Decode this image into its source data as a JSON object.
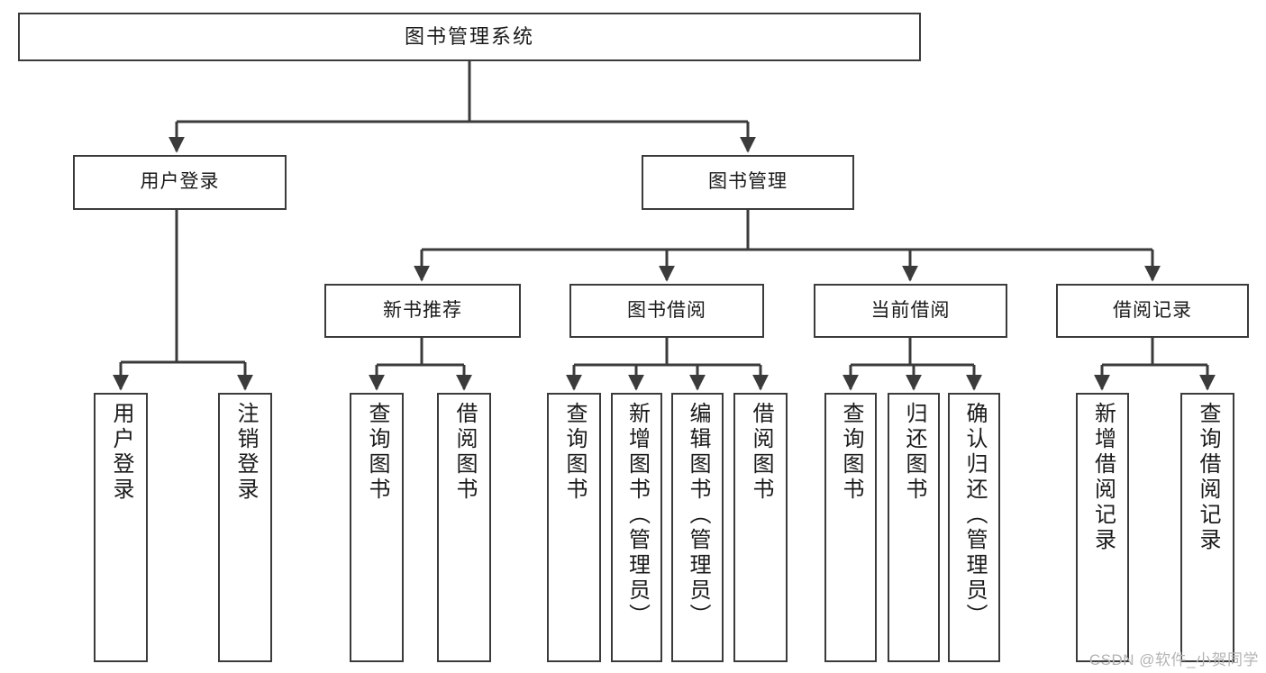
{
  "diagram": {
    "type": "tree",
    "title": "图书管理系统",
    "orientation": "top-down",
    "colors": {
      "box_border": "#3b3b3b",
      "box_fill": "#ffffff",
      "connector": "#3b3b3b",
      "text": "#1a1a1a",
      "watermark": "#b4b4b4"
    },
    "root": {
      "label": "图书管理系统"
    },
    "level1": [
      {
        "label": "用户登录"
      },
      {
        "label": "图书管理"
      }
    ],
    "level2": [
      {
        "label": "新书推荐"
      },
      {
        "label": "图书借阅"
      },
      {
        "label": "当前借阅"
      },
      {
        "label": "借阅记录"
      }
    ],
    "leaves": {
      "user_login": [
        {
          "label": "用户登录"
        },
        {
          "label": "注销登录"
        }
      ],
      "new_book": [
        {
          "label": "查询图书"
        },
        {
          "label": "借阅图书"
        }
      ],
      "book_borrow": [
        {
          "label": "查询图书"
        },
        {
          "label": "新增图书（管理员）"
        },
        {
          "label": "编辑图书（管理员）"
        },
        {
          "label": "借阅图书"
        }
      ],
      "current_borrow": [
        {
          "label": "查询图书"
        },
        {
          "label": "归还图书"
        },
        {
          "label": "确认归还（管理员）"
        }
      ],
      "borrow_record": [
        {
          "label": "新增借阅记录"
        },
        {
          "label": "查询借阅记录"
        }
      ]
    }
  },
  "watermark": {
    "text": "CSDN @软件_小贺同学"
  }
}
